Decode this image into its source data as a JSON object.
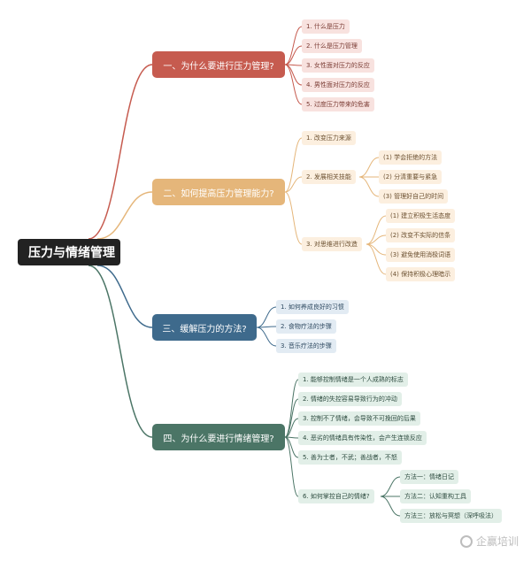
{
  "root": "压力与情绪管理",
  "branch1": {
    "title": "一、为什么要进行压力管理?",
    "items": [
      "1. 什么是压力",
      "2. 什么是压力管理",
      "3. 女性面对压力的反应",
      "4. 男性面对压力的反应",
      "5. 过度压力带来的危害"
    ]
  },
  "branch2": {
    "title": "二、如何提高压力管理能力?",
    "item1": "1. 改变压力来源",
    "item2": "2. 发展相关技能",
    "item2_children": [
      "(1) 学会拒绝的方法",
      "(2) 分清重要与紧急",
      "(3) 管理好自己的时间"
    ],
    "item3": "3. 对思维进行改造",
    "item3_children": [
      "(1) 建立积极生活态度",
      "(2) 改变不实际的信条",
      "(3) 避免使用消极词语",
      "(4) 保持积极心理暗示"
    ]
  },
  "branch3": {
    "title": "三、缓解压力的方法?",
    "items": [
      "1. 如何养成良好的习惯",
      "2. 食物疗法的步骤",
      "3. 音乐疗法的步骤"
    ]
  },
  "branch4": {
    "title": "四、为什么要进行情绪管理?",
    "items": [
      "1. 能够控制情绪是一个人成熟的标志",
      "2. 情绪的失控容易导致行为的冲动",
      "3. 控制不了情绪，会导致不可挽回的后果",
      "4. 恶劣的情绪具有传染性，会产生连锁反应",
      "5. 善为士者，不武；善战者，不怒"
    ],
    "item6": "6. 如何掌控自己的情绪?",
    "item6_children": [
      "方法一：情绪日记",
      "方法二：认知重构工具",
      "方法三：放松与冥想（深呼吸法）"
    ]
  },
  "watermark": "企赢培训",
  "colors": {
    "branch1": "#c65b4f",
    "branch2": "#e5b67a",
    "branch3": "#3e6a8c",
    "branch4": "#4b7566"
  }
}
